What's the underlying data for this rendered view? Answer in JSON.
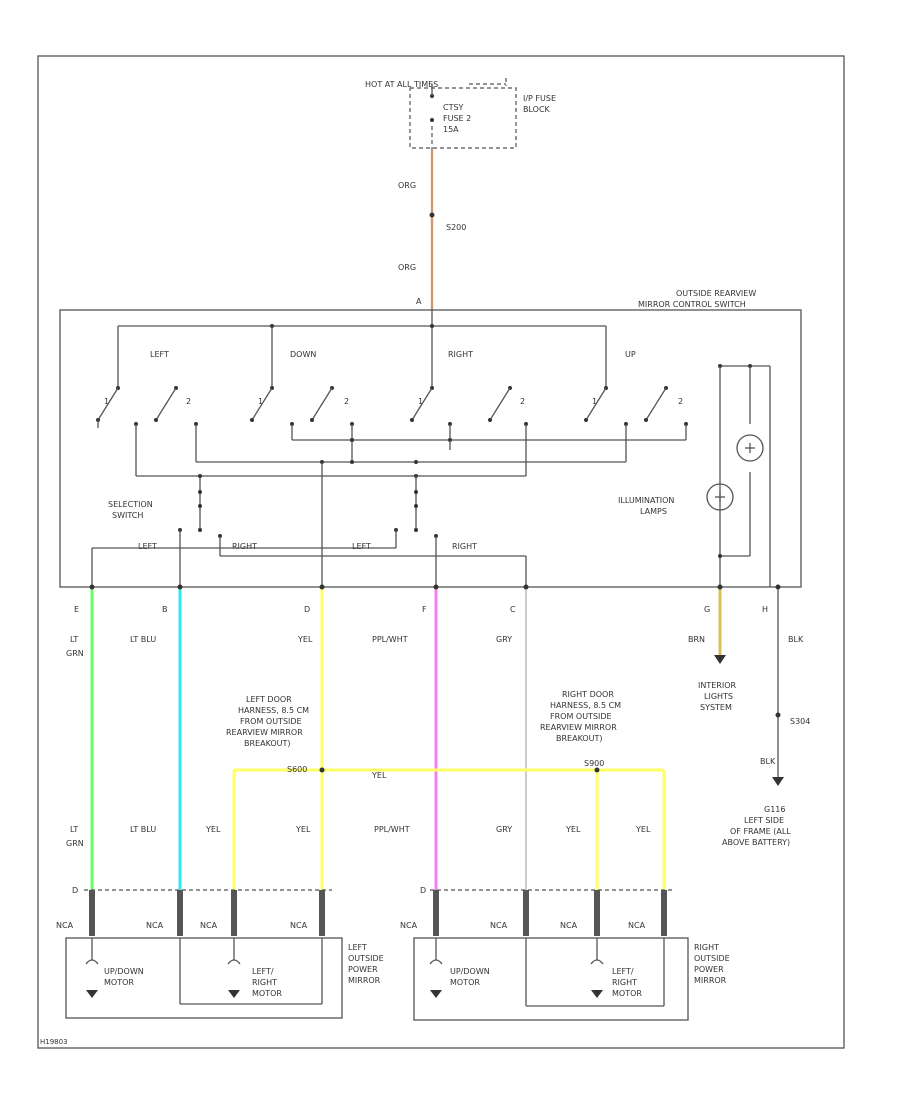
{
  "colors": {
    "ORG": "#f4b183",
    "LT_GRN": "#66ff66",
    "LT_BLU": "#33e6f0",
    "YEL": "#ffff66",
    "PPL_WHT": "#f080f0",
    "GRY": "#bbbbbb",
    "BRN": "#d8c060",
    "BLK": "#555555"
  },
  "top": {
    "power": "HOT AT ALL TIMES",
    "fuse": [
      "CTSY",
      "FUSE 2",
      "15A"
    ],
    "fuse_block": [
      "I/P FUSE",
      "BLOCK"
    ],
    "wire_color_1": "ORG",
    "splice": "S200",
    "wire_color_2": "ORG",
    "connector": "A"
  },
  "control": {
    "title": [
      "OUTSIDE REARVIEW",
      "MIRROR CONTROL SWITCH"
    ],
    "dirs": [
      "LEFT",
      "DOWN",
      "RIGHT",
      "UP"
    ],
    "pins": [
      "1",
      "2",
      "1",
      "2",
      "1",
      "2",
      "1",
      "2"
    ],
    "selection": [
      "SELECTION",
      "SWITCH"
    ],
    "illum": [
      "ILLUMINATION",
      "LAMPS"
    ],
    "sel_left_1": "LEFT",
    "sel_right_1": "RIGHT",
    "sel_left_2": "LEFT",
    "sel_right_2": "RIGHT"
  },
  "terminals": [
    "E",
    "B",
    "D",
    "F",
    "C",
    "G",
    "H"
  ],
  "wires_upper": [
    "LT GRN",
    "LT BLU",
    "YEL",
    "PPL/WHT",
    "GRY",
    "BRN",
    "BLK"
  ],
  "left_harness": [
    "LEFT DOOR",
    "HARNESS, 8.5 CM",
    "FROM OUTSIDE",
    "REARVIEW MIRROR",
    "BREAKOUT)"
  ],
  "right_harness": [
    "RIGHT DOOR",
    "HARNESS, 8.5 CM",
    "FROM OUTSIDE",
    "REARVIEW MIRROR",
    "BREAKOUT)"
  ],
  "splice_left": "S600",
  "splice_right": "S900",
  "yel_label": "YEL",
  "interior": [
    "INTERIOR",
    "LIGHTS",
    "SYSTEM"
  ],
  "splice_ground": "S304",
  "blk_label": "BLK",
  "ground": [
    "G116",
    "LEFT SIDE",
    "OF FRAME (ALL",
    "ABOVE BATTERY)"
  ],
  "lower_wires_left": [
    "LT GRN",
    "LT BLU",
    "YEL",
    "YEL"
  ],
  "lower_wires_right": [
    "PPL/WHT",
    "GRY",
    "YEL",
    "YEL"
  ],
  "conn_letter": "D",
  "nca_labels": [
    "NCA",
    "NCA",
    "NCA",
    "NCA",
    "NCA",
    "NCA",
    "NCA",
    "NCA"
  ],
  "motors_left": [
    [
      "UP/DOWN",
      "MOTOR"
    ],
    [
      "LEFT/",
      "RIGHT",
      "MOTOR"
    ]
  ],
  "motors_right": [
    [
      "UP/DOWN",
      "MOTOR"
    ],
    [
      "LEFT/",
      "RIGHT",
      "MOTOR"
    ]
  ],
  "mirror_left": [
    "LEFT",
    "OUTSIDE",
    "POWER",
    "MIRROR"
  ],
  "mirror_right": [
    "RIGHT",
    "OUTSIDE",
    "POWER",
    "MIRROR"
  ],
  "figure_id": "H19803"
}
